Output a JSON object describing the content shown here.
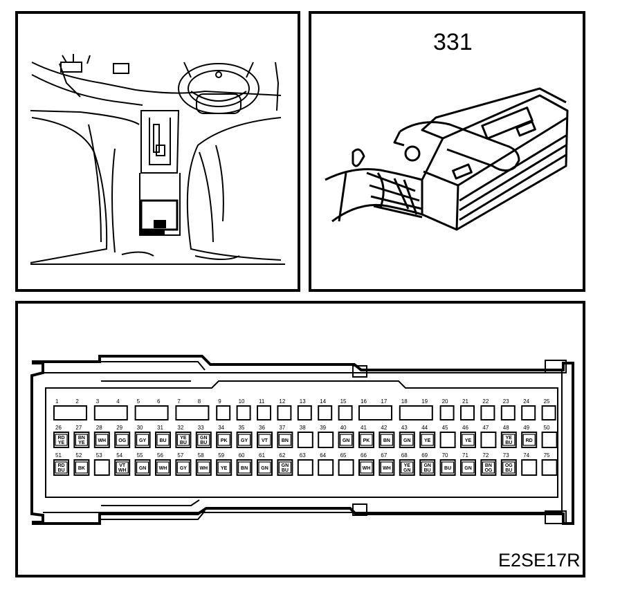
{
  "connector_number": "331",
  "figure_id": "E2SE17R",
  "pins": {
    "row1": [
      {
        "label": "1",
        "code": ""
      },
      {
        "label": "2",
        "code": ""
      },
      {
        "label": "3",
        "code": ""
      },
      {
        "label": "4",
        "code": ""
      },
      {
        "label": "5",
        "code": ""
      },
      {
        "label": "6",
        "code": ""
      },
      {
        "label": "7",
        "code": ""
      },
      {
        "label": "8",
        "code": ""
      },
      {
        "label": "9",
        "code": ""
      },
      {
        "label": "10",
        "code": ""
      },
      {
        "label": "11",
        "code": ""
      },
      {
        "label": "12",
        "code": ""
      },
      {
        "label": "13",
        "code": ""
      },
      {
        "label": "14",
        "code": ""
      },
      {
        "label": "15",
        "code": ""
      },
      {
        "label": "16",
        "code": ""
      },
      {
        "label": "17",
        "code": ""
      },
      {
        "label": "18",
        "code": ""
      },
      {
        "label": "19",
        "code": ""
      },
      {
        "label": "20",
        "code": ""
      },
      {
        "label": "21",
        "code": ""
      },
      {
        "label": "22",
        "code": ""
      },
      {
        "label": "23",
        "code": ""
      },
      {
        "label": "24",
        "code": ""
      },
      {
        "label": "25",
        "code": ""
      }
    ],
    "row2": [
      {
        "label": "26",
        "code": "RD YE"
      },
      {
        "label": "27",
        "code": "BN YE"
      },
      {
        "label": "28",
        "code": "WH"
      },
      {
        "label": "29",
        "code": "OG"
      },
      {
        "label": "30",
        "code": "GY"
      },
      {
        "label": "31",
        "code": "BU"
      },
      {
        "label": "32",
        "code": "YE BU"
      },
      {
        "label": "33",
        "code": "GN BU"
      },
      {
        "label": "34",
        "code": "PK"
      },
      {
        "label": "35",
        "code": "GY"
      },
      {
        "label": "36",
        "code": "VT"
      },
      {
        "label": "37",
        "code": "BN"
      },
      {
        "label": "38",
        "code": ""
      },
      {
        "label": "39",
        "code": ""
      },
      {
        "label": "40",
        "code": "GN"
      },
      {
        "label": "41",
        "code": "PK"
      },
      {
        "label": "42",
        "code": "BN"
      },
      {
        "label": "43",
        "code": "GN"
      },
      {
        "label": "44",
        "code": "YE"
      },
      {
        "label": "45",
        "code": ""
      },
      {
        "label": "46",
        "code": "YE"
      },
      {
        "label": "47",
        "code": ""
      },
      {
        "label": "48",
        "code": "YE BU"
      },
      {
        "label": "49",
        "code": "RD"
      },
      {
        "label": "50",
        "code": ""
      }
    ],
    "row3": [
      {
        "label": "51",
        "code": "RD BU"
      },
      {
        "label": "52",
        "code": "BK"
      },
      {
        "label": "53",
        "code": ""
      },
      {
        "label": "54",
        "code": "VT WH"
      },
      {
        "label": "55",
        "code": "GN"
      },
      {
        "label": "56",
        "code": "WH"
      },
      {
        "label": "57",
        "code": "GY"
      },
      {
        "label": "58",
        "code": "WH"
      },
      {
        "label": "59",
        "code": "YE"
      },
      {
        "label": "60",
        "code": "BN"
      },
      {
        "label": "61",
        "code": "GN"
      },
      {
        "label": "62",
        "code": "GN BU"
      },
      {
        "label": "63",
        "code": ""
      },
      {
        "label": "64",
        "code": ""
      },
      {
        "label": "65",
        "code": ""
      },
      {
        "label": "66",
        "code": "WH"
      },
      {
        "label": "67",
        "code": "WH"
      },
      {
        "label": "68",
        "code": "YE GN"
      },
      {
        "label": "69",
        "code": "GN BU"
      },
      {
        "label": "70",
        "code": "BU"
      },
      {
        "label": "71",
        "code": "GN"
      },
      {
        "label": "72",
        "code": "BN OG"
      },
      {
        "label": "73",
        "code": "OG BU"
      },
      {
        "label": "74",
        "code": ""
      },
      {
        "label": "75",
        "code": ""
      }
    ]
  }
}
